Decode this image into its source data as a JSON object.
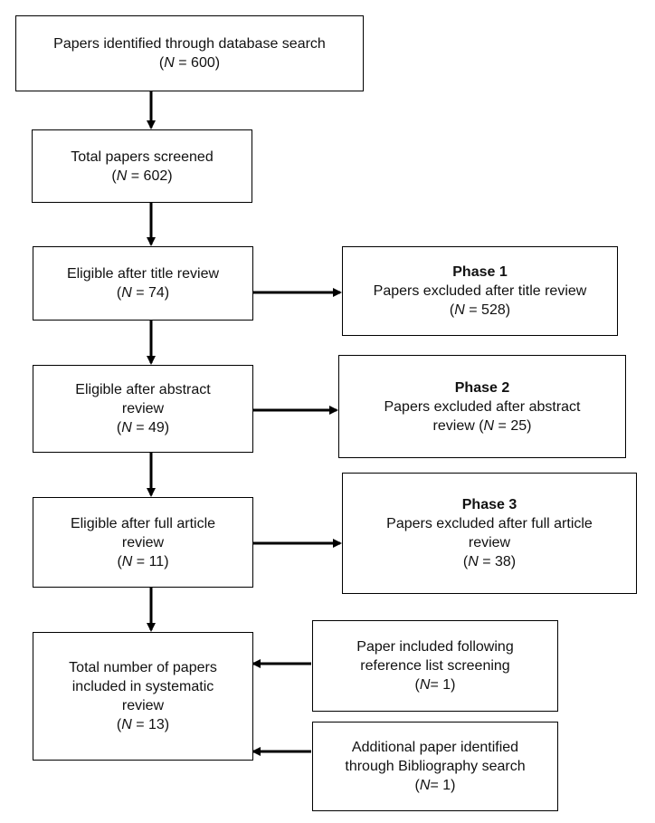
{
  "boxes": {
    "identified": {
      "lines": [
        "Papers identified through database search"
      ],
      "n_label": "N",
      "n_value": " = 600"
    },
    "screened": {
      "lines": [
        "Total papers screened"
      ],
      "n_label": "N",
      "n_value": " = 602"
    },
    "title_eligible": {
      "lines": [
        "Eligible after title review"
      ],
      "n_label": "N",
      "n_value": " = 74"
    },
    "phase1": {
      "phase": "Phase 1",
      "lines": [
        "Papers excluded after title review"
      ],
      "n_label": "N",
      "n_value": " = 528"
    },
    "abstract_eligible": {
      "lines": [
        "Eligible after abstract",
        "review"
      ],
      "n_label": "N",
      "n_value": " = 49"
    },
    "phase2": {
      "phase": "Phase 2",
      "lines": [
        "Papers excluded after abstract"
      ],
      "n_prefix": "review (",
      "n_label": "N",
      "n_value": " = 25"
    },
    "full_eligible": {
      "lines": [
        "Eligible after full article",
        "review"
      ],
      "n_label": "N",
      "n_value": " = 11"
    },
    "phase3": {
      "phase": "Phase 3",
      "lines": [
        "Papers excluded after full article",
        "review"
      ],
      "n_label": "N",
      "n_value": " = 38"
    },
    "total": {
      "lines": [
        "Total number of papers",
        "included in systematic",
        "review"
      ],
      "n_label": "N",
      "n_value": " = 13"
    },
    "reference": {
      "lines": [
        "Paper included following",
        "reference list screening"
      ],
      "n_label": "N",
      "n_value": "= 1"
    },
    "bibliography": {
      "lines": [
        "Additional paper identified",
        "through Bibliography search"
      ],
      "n_label": "N",
      "n_value": "= 1"
    }
  }
}
